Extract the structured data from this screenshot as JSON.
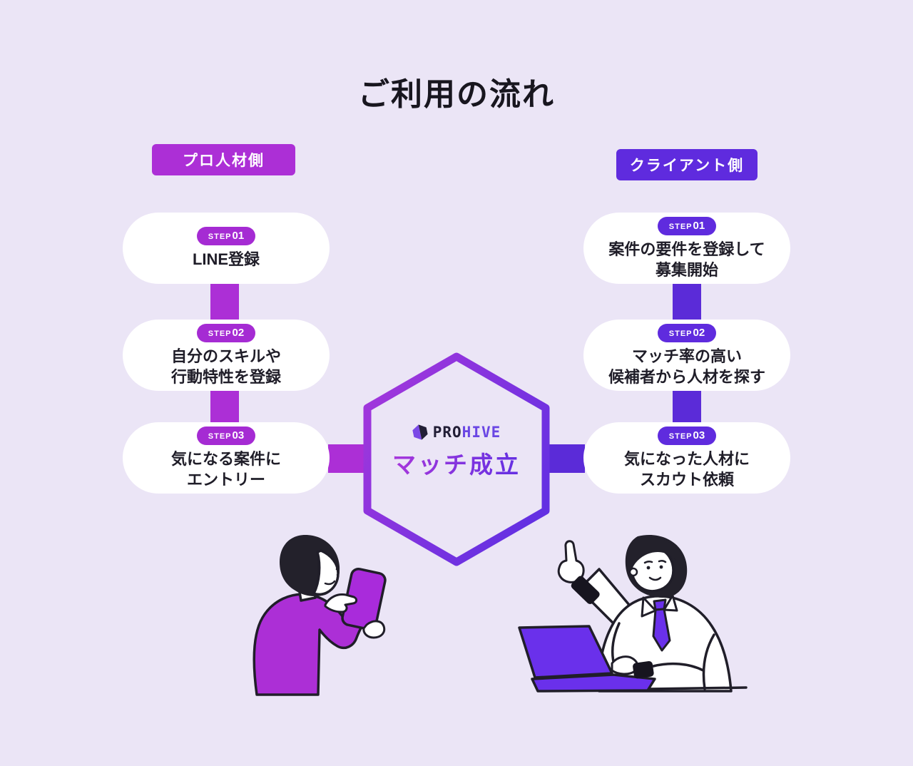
{
  "title": "ご利用の流れ",
  "brand": {
    "pro": "PRO",
    "hive": "HIVE",
    "icon": "prohive-hexagon-logo"
  },
  "center": {
    "match_label": "マッチ成立"
  },
  "left_column": {
    "badge": "プロ人材側",
    "steps": [
      {
        "prefix": "STEP",
        "num": "01",
        "line1": "LINE登録"
      },
      {
        "prefix": "STEP",
        "num": "02",
        "line1": "自分のスキルや",
        "line2": "行動特性を登録"
      },
      {
        "prefix": "STEP",
        "num": "03",
        "line1": "気になる案件に",
        "line2": "エントリー"
      }
    ]
  },
  "right_column": {
    "badge": "クライアント側",
    "steps": [
      {
        "prefix": "STEP",
        "num": "01",
        "line1": "案件の要件を登録して",
        "line2": "募集開始"
      },
      {
        "prefix": "STEP",
        "num": "02",
        "line1": "マッチ率の高い",
        "line2": "候補者から人材を探す"
      },
      {
        "prefix": "STEP",
        "num": "03",
        "line1": "気になった人材に",
        "line2": "スカウト依頼"
      }
    ]
  },
  "colors": {
    "background": "#EBE5F6",
    "magenta_accent": "#AC2FD6",
    "violet_accent": "#5B2BD8",
    "text_dark": "#1F1D28",
    "pill_background": "#FFFFFF"
  },
  "illustrations": {
    "left": "person-browsing-smartphone",
    "right": "client-at-laptop-pointing"
  }
}
